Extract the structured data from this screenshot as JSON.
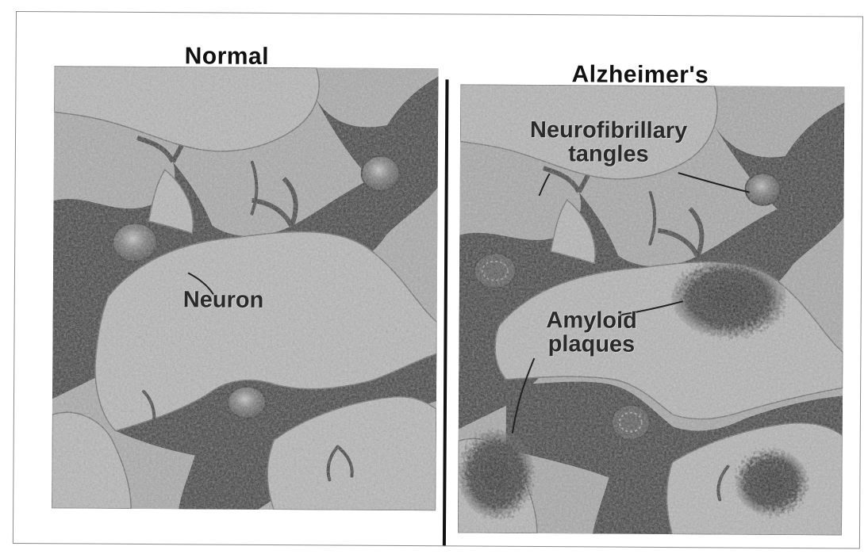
{
  "panels": {
    "normal": {
      "title": "Normal",
      "labels": {
        "neuron": "Neuron"
      }
    },
    "alzheimers": {
      "title": "Alzheimer's",
      "labels": {
        "tangles_line1": "Neurofibrillary",
        "tangles_line2": "tangles",
        "plaques_line1": "Amyloid",
        "plaques_line2": "plaques"
      }
    }
  },
  "colors": {
    "neuron_body": "#1a1a1a",
    "tissue": "#9c9c9c",
    "nucleus": "#5a5a5a",
    "plaque": "#101010"
  }
}
